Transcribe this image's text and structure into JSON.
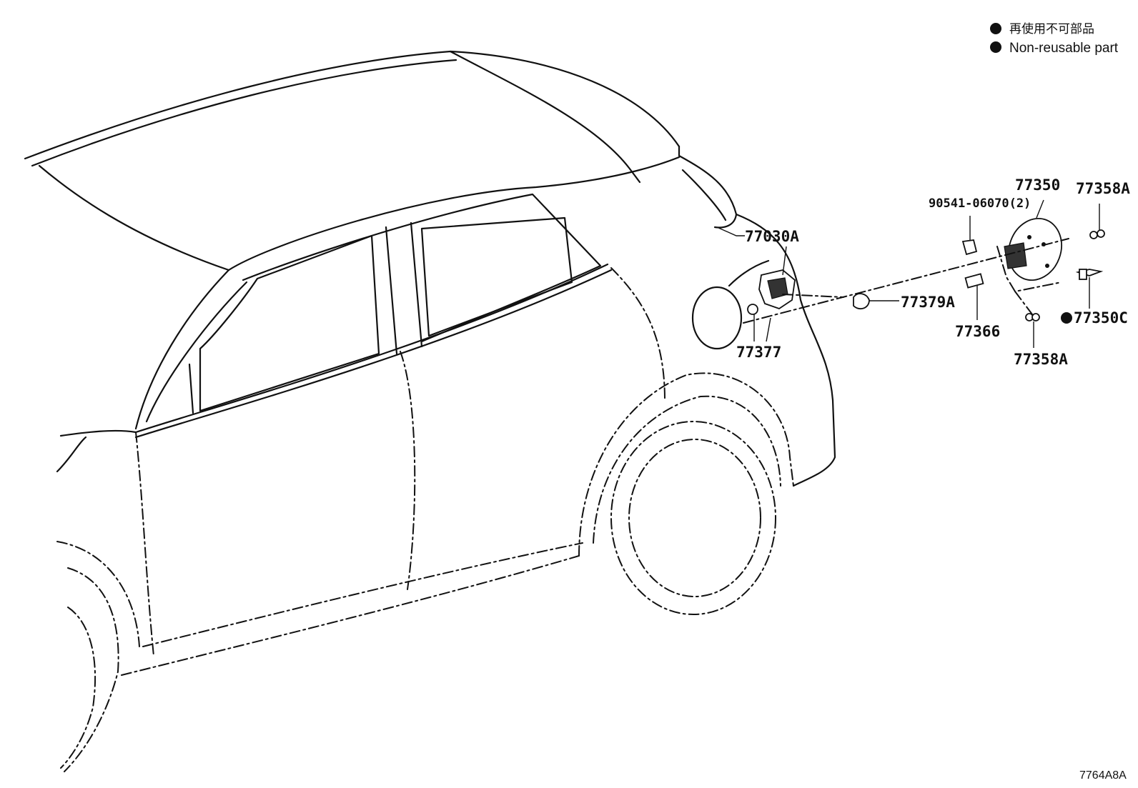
{
  "legend": {
    "items": [
      {
        "text": "再使用不可部品"
      },
      {
        "text": "Non-reusable part"
      }
    ]
  },
  "callouts": {
    "c77030A": "77030A",
    "c77350": "77350",
    "c90541": "90541-06070(2)",
    "c77358A_top": "77358A",
    "c77379A": "77379A",
    "c77366": "77366",
    "c77350C": "77350C",
    "c77358A_bottom": "77358A",
    "c77377": "77377"
  },
  "figure_id": "7764A8A",
  "colors": {
    "line": "#111111",
    "background": "#ffffff"
  }
}
